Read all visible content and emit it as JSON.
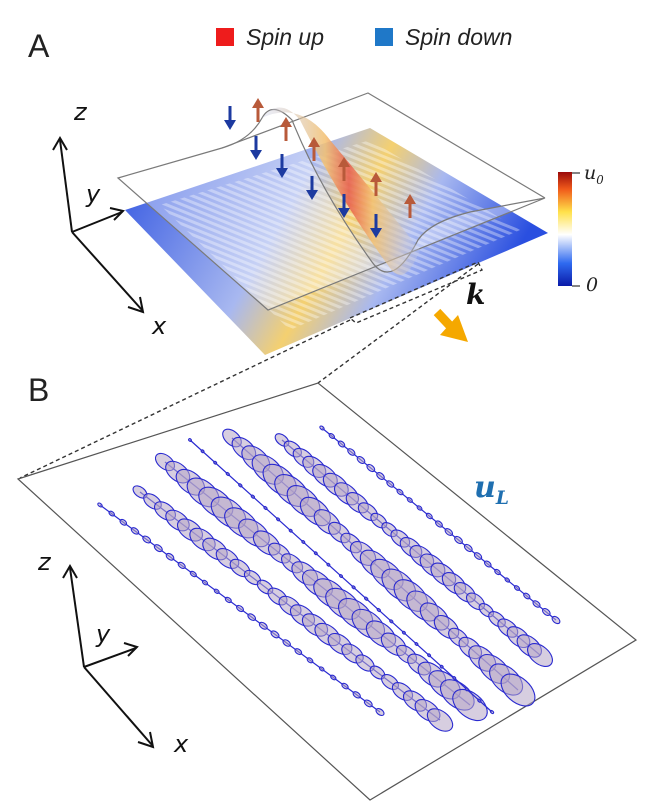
{
  "panels": {
    "a": "A",
    "b": "B"
  },
  "legend": {
    "spin_up": {
      "label": "Spin up",
      "color": "#ee1c1c"
    },
    "spin_down": {
      "label": "Spin down",
      "color": "#1f78c8"
    }
  },
  "axes_a": {
    "z": "z",
    "y": "y",
    "x": "x"
  },
  "axes_b": {
    "z": "z",
    "y": "y",
    "x": "x"
  },
  "colorbar": {
    "max_label_base": "u",
    "max_label_sub": "0",
    "min_label": "0"
  },
  "wave_vector": {
    "label": "k",
    "color": "#f5a800"
  },
  "field_label": {
    "base": "u",
    "sub": "L",
    "color": "#1f6fb0"
  },
  "colors": {
    "surface_blue": "#2f55e6",
    "ellipse_stroke": "#2a2ad0",
    "ellipse_fill": "#b6a6c6",
    "spin_up_arrow": "#b85a3a",
    "spin_down_arrow": "#1c3aa0"
  }
}
